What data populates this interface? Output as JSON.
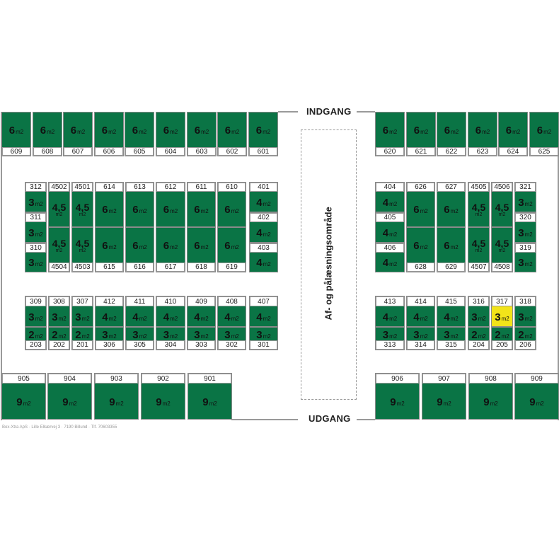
{
  "labels": {
    "entrance": "INDGANG",
    "exit": "UDGANG",
    "loading_area": "Af- og pålæsningsområde",
    "footer": "Box-Xtra ApS · Lille Elkærvej 3 · 7190 Billund · Tlf. 70603355",
    "unit_suffix": "m2"
  },
  "colors": {
    "available": "#0a7445",
    "selected": "#f2e41a",
    "label_bg": "#ffffff",
    "wall": "#9a9a9a"
  },
  "units": {
    "top_left": [
      {
        "id": "609",
        "size": "6"
      },
      {
        "id": "608",
        "size": "6"
      },
      {
        "id": "607",
        "size": "6"
      },
      {
        "id": "606",
        "size": "6"
      },
      {
        "id": "605",
        "size": "6"
      },
      {
        "id": "604",
        "size": "6"
      },
      {
        "id": "603",
        "size": "6"
      },
      {
        "id": "602",
        "size": "6"
      },
      {
        "id": "601",
        "size": "6"
      }
    ],
    "top_right": [
      {
        "id": "620",
        "size": "6"
      },
      {
        "id": "621",
        "size": "6"
      },
      {
        "id": "622",
        "size": "6"
      },
      {
        "id": "623",
        "size": "6"
      },
      {
        "id": "624",
        "size": "6"
      },
      {
        "id": "625",
        "size": "6"
      }
    ],
    "mid_left_col_small": [
      {
        "id": "312",
        "size": "3"
      },
      {
        "id": "311",
        "size": "3"
      },
      {
        "id": "310",
        "size": "3"
      }
    ],
    "mid_left_top": [
      {
        "id": "4502",
        "size": "4,5"
      },
      {
        "id": "4501",
        "size": "4,5"
      },
      {
        "id": "614",
        "size": "6"
      },
      {
        "id": "613",
        "size": "6"
      },
      {
        "id": "612",
        "size": "6"
      },
      {
        "id": "611",
        "size": "6"
      },
      {
        "id": "610",
        "size": "6"
      }
    ],
    "mid_left_bottom": [
      {
        "id": "4504",
        "size": "4,5"
      },
      {
        "id": "4503",
        "size": "4,5"
      },
      {
        "id": "615",
        "size": "6"
      },
      {
        "id": "616",
        "size": "6"
      },
      {
        "id": "617",
        "size": "6"
      },
      {
        "id": "618",
        "size": "6"
      },
      {
        "id": "619",
        "size": "6"
      }
    ],
    "mid_left_col_right": [
      {
        "id": "401",
        "size": "4"
      },
      {
        "id": "402",
        "size": "4"
      },
      {
        "id": "403",
        "size": "4"
      }
    ],
    "mid_right_col_left": [
      {
        "id": "404",
        "size": "4"
      },
      {
        "id": "405",
        "size": "4"
      },
      {
        "id": "406",
        "size": "4"
      }
    ],
    "mid_right_top": [
      {
        "id": "626",
        "size": "6"
      },
      {
        "id": "627",
        "size": "6"
      },
      {
        "id": "4505",
        "size": "4,5"
      },
      {
        "id": "4506",
        "size": "4,5"
      }
    ],
    "mid_right_bottom": [
      {
        "id": "628",
        "size": "6"
      },
      {
        "id": "629",
        "size": "6"
      },
      {
        "id": "4507",
        "size": "4,5"
      },
      {
        "id": "4508",
        "size": "4,5"
      }
    ],
    "mid_right_col_small": [
      {
        "id": "321",
        "size": "3"
      },
      {
        "id": "320",
        "size": "3"
      },
      {
        "id": "319",
        "size": "3"
      }
    ],
    "low_left_top": [
      {
        "id": "309",
        "size": "3"
      },
      {
        "id": "308",
        "size": "3"
      },
      {
        "id": "307",
        "size": "3"
      },
      {
        "id": "412",
        "size": "4"
      },
      {
        "id": "411",
        "size": "4"
      },
      {
        "id": "410",
        "size": "4"
      },
      {
        "id": "409",
        "size": "4"
      },
      {
        "id": "408",
        "size": "4"
      },
      {
        "id": "407",
        "size": "4"
      }
    ],
    "low_left_bottom": [
      {
        "id": "203",
        "size": "2"
      },
      {
        "id": "202",
        "size": "2"
      },
      {
        "id": "201",
        "size": "2"
      },
      {
        "id": "306",
        "size": "3"
      },
      {
        "id": "305",
        "size": "3"
      },
      {
        "id": "304",
        "size": "3"
      },
      {
        "id": "303",
        "size": "3"
      },
      {
        "id": "302",
        "size": "3"
      },
      {
        "id": "301",
        "size": "3"
      }
    ],
    "low_right_top": [
      {
        "id": "413",
        "size": "4"
      },
      {
        "id": "414",
        "size": "4"
      },
      {
        "id": "415",
        "size": "4"
      },
      {
        "id": "316",
        "size": "3"
      },
      {
        "id": "317",
        "size": "3",
        "selected": true
      },
      {
        "id": "318",
        "size": "3"
      }
    ],
    "low_right_bottom": [
      {
        "id": "313",
        "size": "3"
      },
      {
        "id": "314",
        "size": "3"
      },
      {
        "id": "315",
        "size": "3"
      },
      {
        "id": "204",
        "size": "2"
      },
      {
        "id": "205",
        "size": "2"
      },
      {
        "id": "206",
        "size": "2"
      }
    ],
    "bottom_left": [
      {
        "id": "905",
        "size": "9"
      },
      {
        "id": "904",
        "size": "9"
      },
      {
        "id": "903",
        "size": "9"
      },
      {
        "id": "902",
        "size": "9"
      },
      {
        "id": "901",
        "size": "9"
      }
    ],
    "bottom_right": [
      {
        "id": "906",
        "size": "9"
      },
      {
        "id": "907",
        "size": "9"
      },
      {
        "id": "908",
        "size": "9"
      },
      {
        "id": "909",
        "size": "9"
      }
    ]
  }
}
